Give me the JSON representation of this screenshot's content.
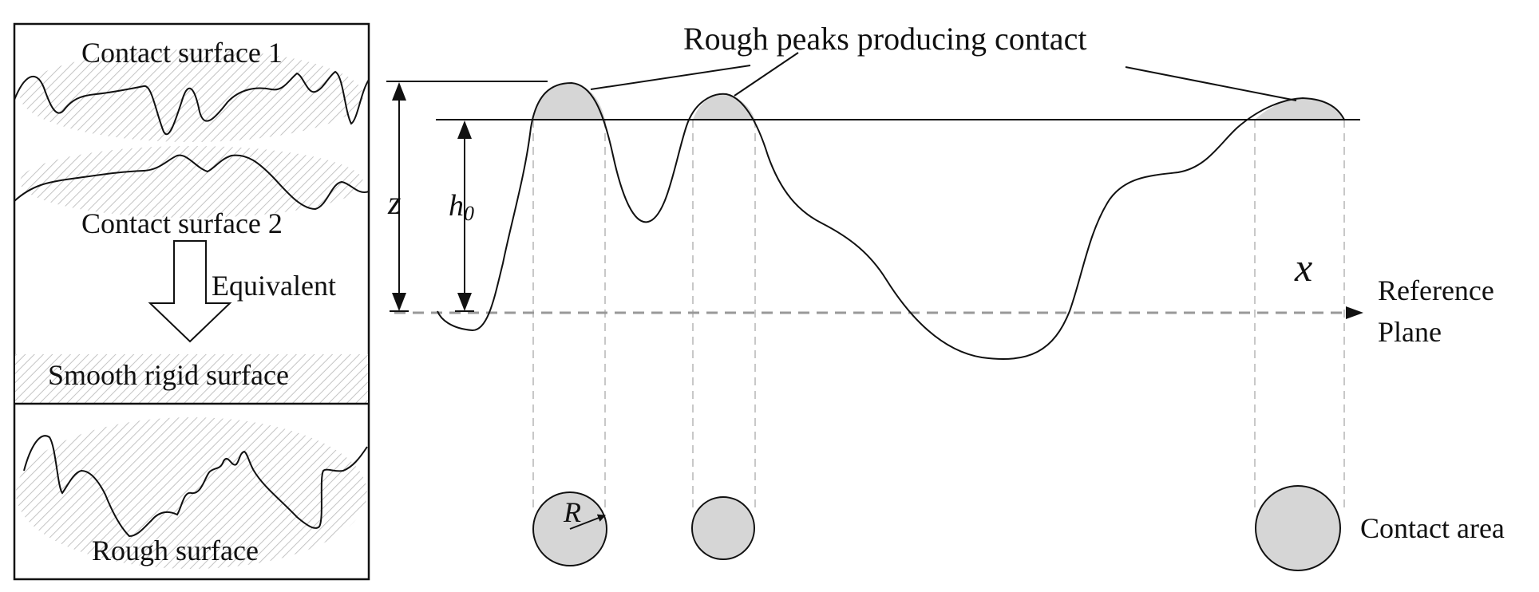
{
  "left_panel": {
    "contact_surface_1": "Contact surface 1",
    "contact_surface_2": "Contact surface 2",
    "equivalent": "Equivalent",
    "smooth_rigid_surface": "Smooth rigid surface",
    "rough_surface": "Rough surface"
  },
  "right_panel": {
    "peaks_label": "Rough peaks producing contact",
    "var_z": "z",
    "var_h": "h",
    "var_h_sub": "0",
    "var_x": "x",
    "reference_line1": "Reference",
    "reference_line2": "Plane",
    "var_R": "R",
    "contact_area": "Contact area"
  },
  "colors": {
    "stroke": "#111111",
    "fill_gray": "#d6d6d6",
    "dash": "#999999",
    "projection": "#c8c8c8"
  }
}
